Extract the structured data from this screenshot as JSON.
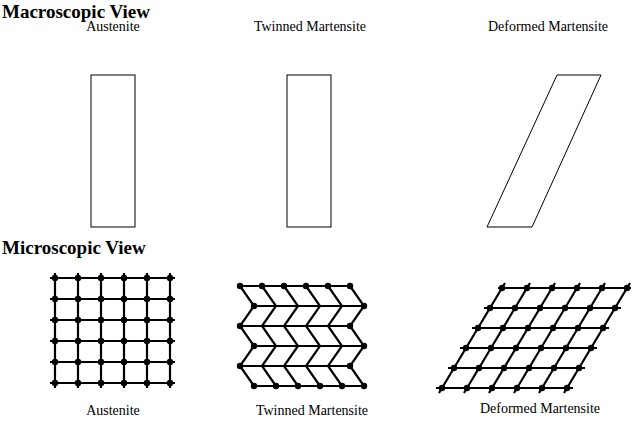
{
  "diagram": {
    "labels": [
      "Macroscopic View",
      "Austenite",
      "Twinned Martensite",
      "Deformed Martensite",
      "Microscopic View",
      "Austenite",
      "Twinned Martensite",
      "Deformed Martensite"
    ]
  }
}
